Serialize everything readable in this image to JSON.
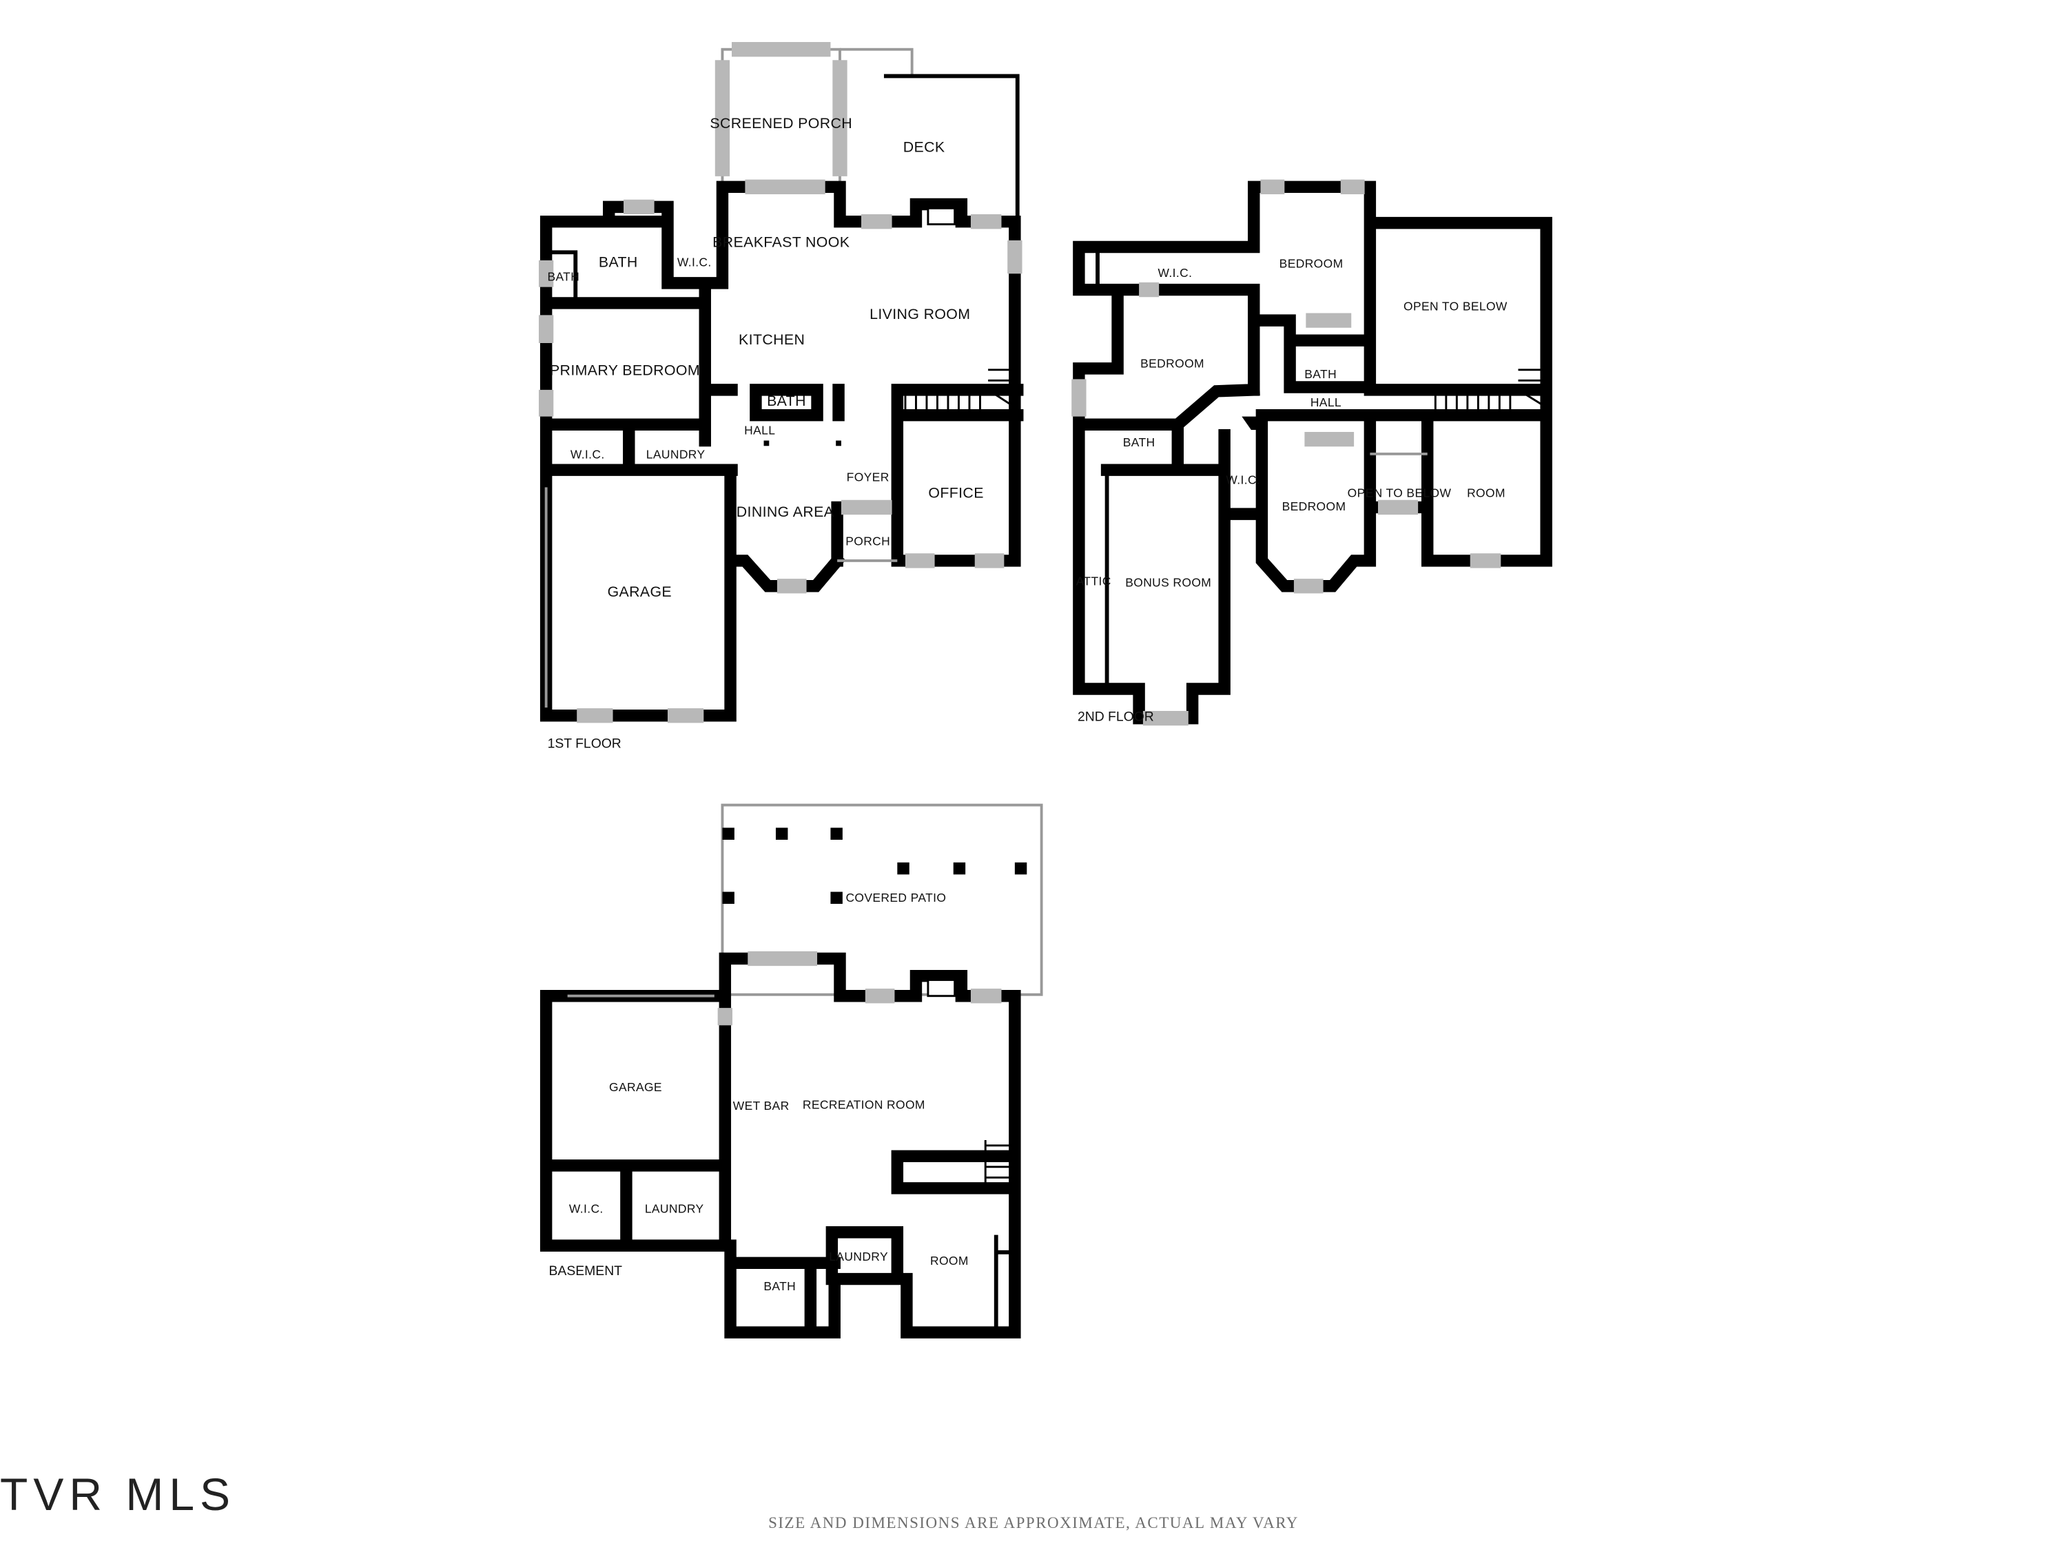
{
  "floors": {
    "first": {
      "label": "1ST FLOOR",
      "rooms": {
        "screened_porch": "SCREENED PORCH",
        "deck": "DECK",
        "breakfast_nook": "BREAKFAST NOOK",
        "bath_1": "BATH",
        "wic_1": "W.I.C.",
        "bath_small": "BATH",
        "living_room": "LIVING ROOM",
        "kitchen": "KITCHEN",
        "primary_bedroom": "PRIMARY BEDROOM",
        "bath_2": "BATH",
        "hall": "HALL",
        "wic_2": "W.I.C.",
        "laundry": "LAUNDRY",
        "foyer": "FOYER",
        "dining_area": "DINING AREA",
        "office": "OFFICE",
        "porch": "PORCH",
        "garage": "GARAGE"
      }
    },
    "second": {
      "label": "2ND FLOOR",
      "rooms": {
        "wic_1": "W.I.C.",
        "bedroom_1": "BEDROOM",
        "open_to_below_1": "OPEN TO BELOW",
        "bedroom_2": "BEDROOM",
        "bath_1": "BATH",
        "hall": "HALL",
        "bath_2": "BATH",
        "wic_2": "W.I.C.",
        "bedroom_3": "BEDROOM",
        "open_to_below_2": "OPEN TO BELOW",
        "room": "ROOM",
        "attic": "ATTIC",
        "bonus_room": "BONUS ROOM"
      }
    },
    "basement": {
      "label": "BASEMENT",
      "rooms": {
        "covered_patio": "COVERED PATIO",
        "garage": "GARAGE",
        "wet_bar": "WET BAR",
        "recreation_room": "RECREATION ROOM",
        "wic": "W.I.C.",
        "laundry_1": "LAUNDRY",
        "laundry_2": "LAUNDRY",
        "room": "ROOM",
        "bath": "BATH"
      }
    }
  },
  "brand": {
    "logo_text": "TVR MLS"
  },
  "footer": {
    "disclaimer": "SIZE AND DIMENSIONS ARE APPROXIMATE, ACTUAL MAY VARY"
  }
}
